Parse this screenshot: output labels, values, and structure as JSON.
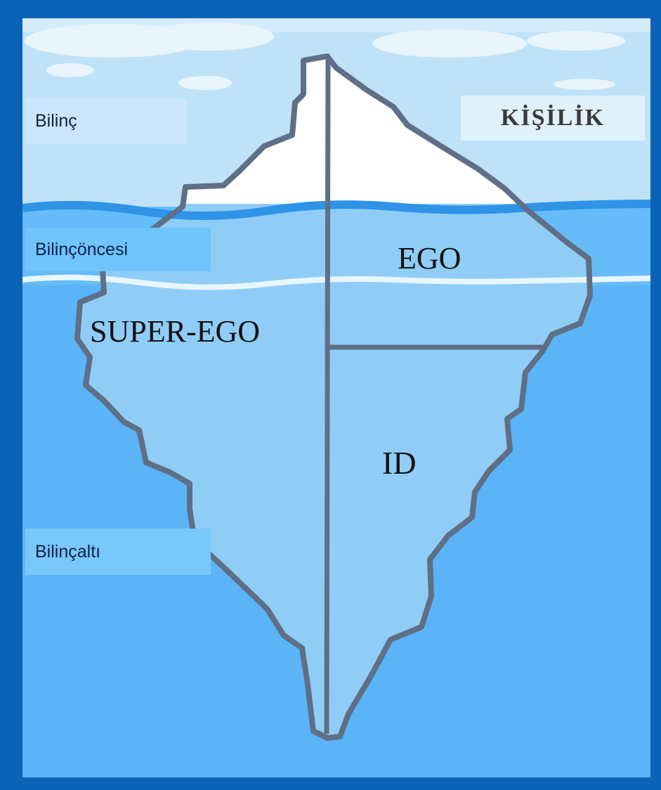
{
  "title": "KİŞİLİK",
  "levels": {
    "conscious": "Bilinç",
    "preconscious": "Bilinçöncesi",
    "unconscious": "Bilinçaltı"
  },
  "parts": {
    "ego": "EGO",
    "superego": "SUPER-EGO",
    "id": "ID"
  },
  "colors": {
    "frame": "#0b63b8",
    "sky": "#bfe2f8",
    "water": "#5ab4f7",
    "ice_above": "#ffffff",
    "ice_below": "#8fcdf6",
    "ice_outline": "#5f6f86"
  }
}
